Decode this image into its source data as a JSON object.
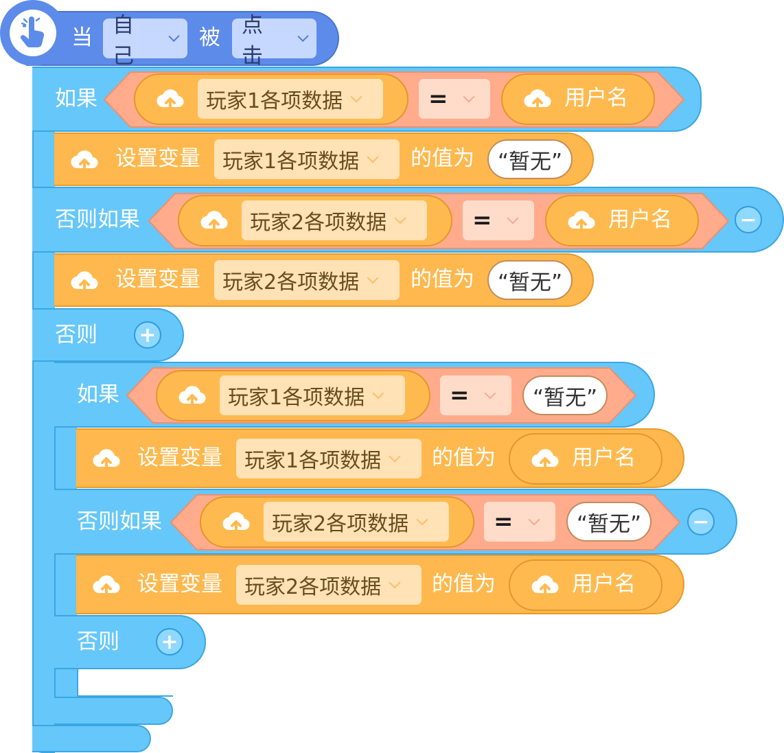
{
  "event": {
    "when_label": "当",
    "target_value": "自己",
    "by_label": "被",
    "action_value": "点击",
    "icon": "hand-pointer-icon"
  },
  "keywords": {
    "if": "如果",
    "else_if": "否则如果",
    "else": "否则",
    "set_var": "设置变量",
    "value_is": "的值为",
    "eq": "=",
    "username": "用户名",
    "none_str": "“暂无”"
  },
  "vars": {
    "p1": "玩家1各项数据",
    "p2": "玩家2各项数据"
  },
  "buttons": {
    "plus": "+",
    "minus": "−"
  },
  "colors": {
    "event": "#5d8bea",
    "control": "#66c7fa",
    "variable": "#ffb84d",
    "compare": "#ffab8c"
  }
}
